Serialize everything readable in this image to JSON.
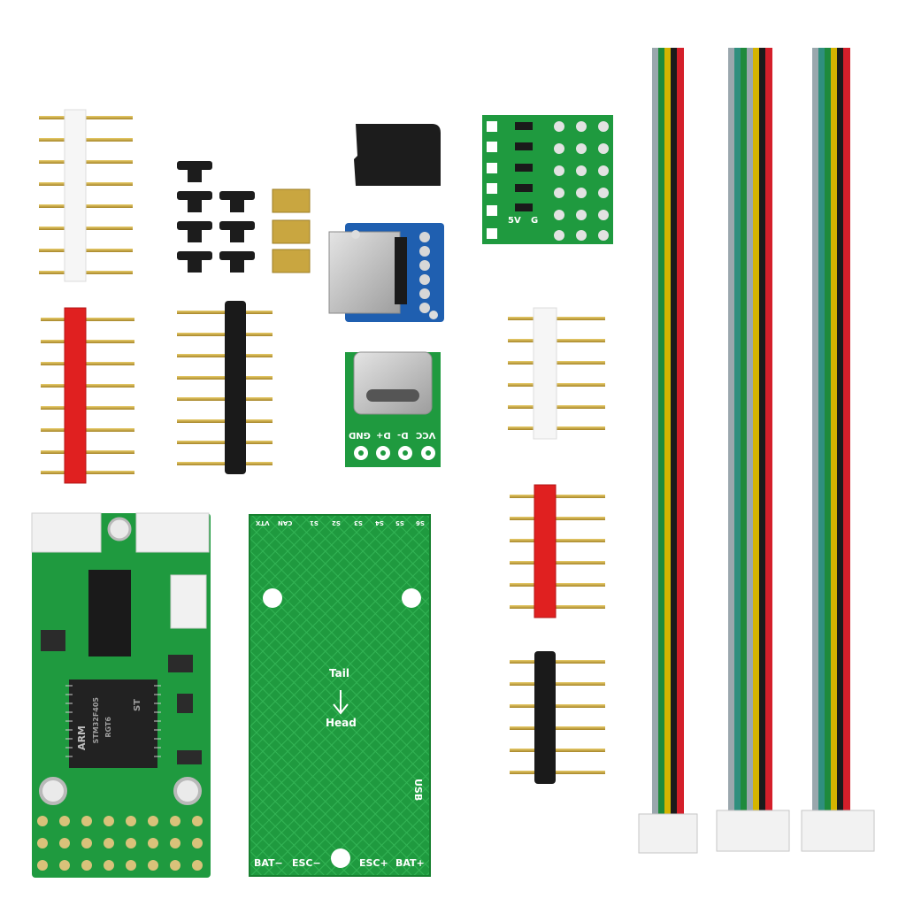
{
  "colors": {
    "pcb_green": "#1f9a3f",
    "pcb_dark": "#127a2e",
    "header_red": "#e02020",
    "header_white": "#f4f4f4",
    "header_black": "#1a1a1a",
    "gold": "#c8a43a",
    "brass": "#c9a640",
    "wire_red": "#d41f2a",
    "wire_black": "#1b1b1b",
    "wire_green": "#1e8a3c",
    "wire_yellow": "#d4b400",
    "wire_grey": "#9aa7ad",
    "wire_teal": "#2f8f7e"
  },
  "icons": {
    "header": "pin-header-icon",
    "screw": "screw-icon",
    "standoff": "standoff-icon",
    "microsd": "microsd-card-icon",
    "cable": "jst-cable-icon",
    "chip": "ic-chip-icon"
  },
  "labels": {
    "usb_breakout": {
      "pin1": "VCC",
      "pin2": "D-",
      "pin3": "D+",
      "pin4": "GND"
    },
    "adapter_board": {
      "v5": "5V",
      "gnd": "G"
    },
    "fc_chip": {
      "brand": "ARM",
      "line1": "STM32F405",
      "line2": "RGT6",
      "line3": "ST"
    },
    "pdb": {
      "top_pads": [
        "S6",
        "S5",
        "S4",
        "S3",
        "S2",
        "S1",
        "CAN",
        "VTX"
      ],
      "tail": "Tail",
      "head": "Head",
      "usb": "USB",
      "bat_minus": "BAT−",
      "esc_minus": "ESC−",
      "esc_plus": "ESC+",
      "bat_plus": "BAT+"
    }
  }
}
